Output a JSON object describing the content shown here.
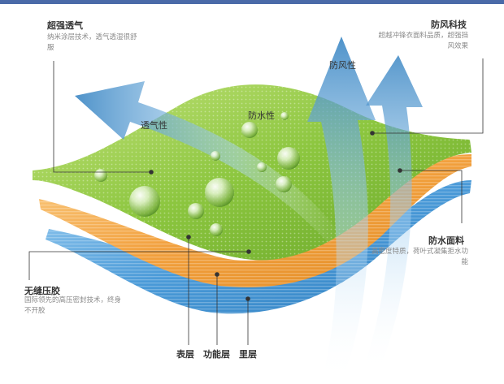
{
  "colors": {
    "top_layer": "#8cc63f",
    "function_layer": "#f2a03d",
    "inner_layer": "#4a9ad8",
    "arrow": "#3a86c8",
    "leader": "#333333",
    "top_bar": "#4a6aa8"
  },
  "callouts": {
    "breathable": {
      "title": "超强透气",
      "desc": "纳米涂层技术，透气透湿很舒服"
    },
    "windproof_tech": {
      "title": "防风科技",
      "desc": "超越冲锋衣面料品质，超强挡风效果"
    },
    "waterproof_fabric": {
      "title": "防水面料",
      "desc": "高密度特质，荷叶式凝集拒水功能"
    },
    "seamless": {
      "title": "无缝压胶",
      "desc": "国际领先的高压密封技术，终身不开胶"
    }
  },
  "arrow_labels": {
    "breathability": "透气性",
    "windproof": "防风性",
    "waterproof": "防水性"
  },
  "layer_labels": {
    "surface": "表层",
    "function": "功能层",
    "inner": "里层"
  }
}
